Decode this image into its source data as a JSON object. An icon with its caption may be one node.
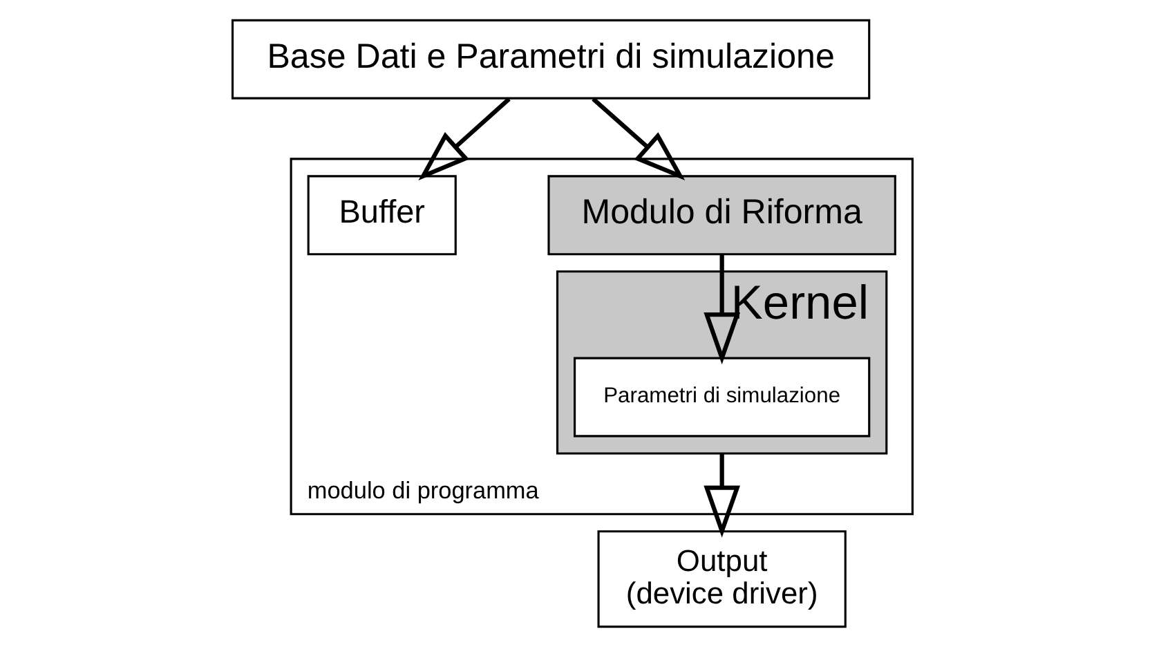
{
  "diagram": {
    "nodes": [
      {
        "text": [
          "Base Dati e Parametri di simulazione"
        ]
      },
      {
        "text": [
          "modulo di programma"
        ]
      },
      {
        "text": [
          "Modulo di Riforma"
        ],
        "in": 1
      },
      {
        "text": [
          "Buffer"
        ],
        "in": 1
      },
      {
        "text": [
          "Kernel"
        ],
        "in": 1
      },
      {
        "text": [
          "Parametri di simulazione"
        ],
        "in": 4
      },
      {
        "text": [
          "Output",
          "(device driver)"
        ]
      }
    ],
    "edges": [
      {
        "from": 0,
        "to": 2,
        "arrow": "to"
      },
      {
        "from": 0,
        "to": 3,
        "arrow": "to"
      },
      {
        "from": 2,
        "to": 5,
        "arrow": "to"
      },
      {
        "from": 4,
        "to": 6,
        "arrow": "to"
      }
    ]
  }
}
